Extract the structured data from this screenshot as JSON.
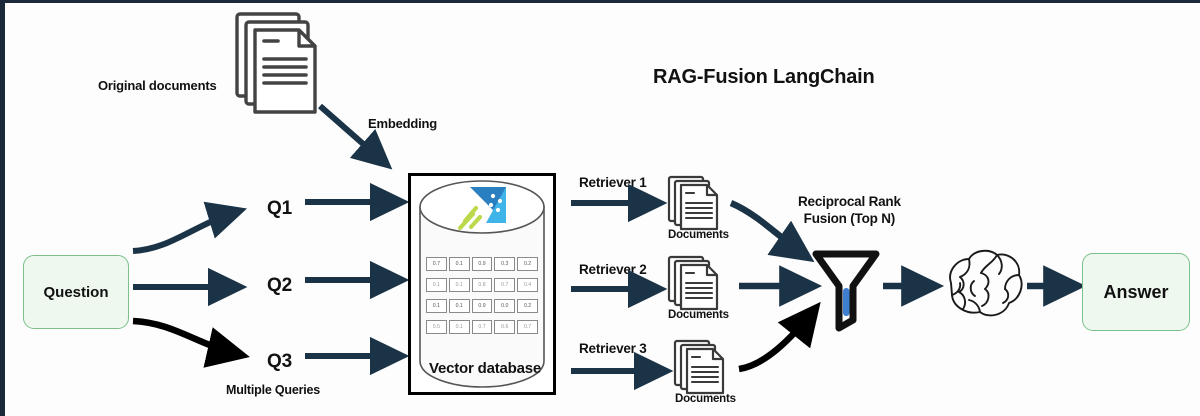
{
  "diagram": {
    "title": "RAG-Fusion LangChain",
    "labels": {
      "original_documents": "Original documents",
      "embedding": "Embedding",
      "multiple_queries": "Multiple Queries",
      "vector_database": "Vector database",
      "reciprocal_rank_fusion": "Reciprocal Rank\nFusion (Top N)"
    },
    "nodes": {
      "question": "Question",
      "answer": "Answer"
    },
    "queries": [
      {
        "id": "q1",
        "label": "Q1"
      },
      {
        "id": "q2",
        "label": "Q2"
      },
      {
        "id": "q3",
        "label": "Q3"
      }
    ],
    "retrievers": [
      {
        "label": "Retriever 1",
        "documents_label": "Documents"
      },
      {
        "label": "Retriever 2",
        "documents_label": "Documents"
      },
      {
        "label": "Retriever 3",
        "documents_label": "Documents"
      }
    ],
    "vector_rows": [
      [
        "0.7",
        "0.1",
        "0.9",
        "0.3",
        "0.2"
      ],
      [
        "0.1",
        "0.1",
        "0.8",
        "0.7",
        "0.4"
      ],
      [
        "0.1",
        "0.1",
        "0.9",
        "0.0",
        "0.2"
      ],
      [
        "0.5",
        "0.1",
        "0.7",
        "0.6",
        "0.7"
      ]
    ],
    "colors": {
      "border": "#1b2a3a",
      "arrow": "#1b3347",
      "node_fill": "#eef8ee",
      "node_border": "#7cc08a",
      "logo_blue_dark": "#1f7fc4",
      "logo_blue_light": "#3bb3e8",
      "logo_green": "#b9d94a",
      "funnel_liquid": "#3f7fd0",
      "text": "#111111"
    }
  }
}
